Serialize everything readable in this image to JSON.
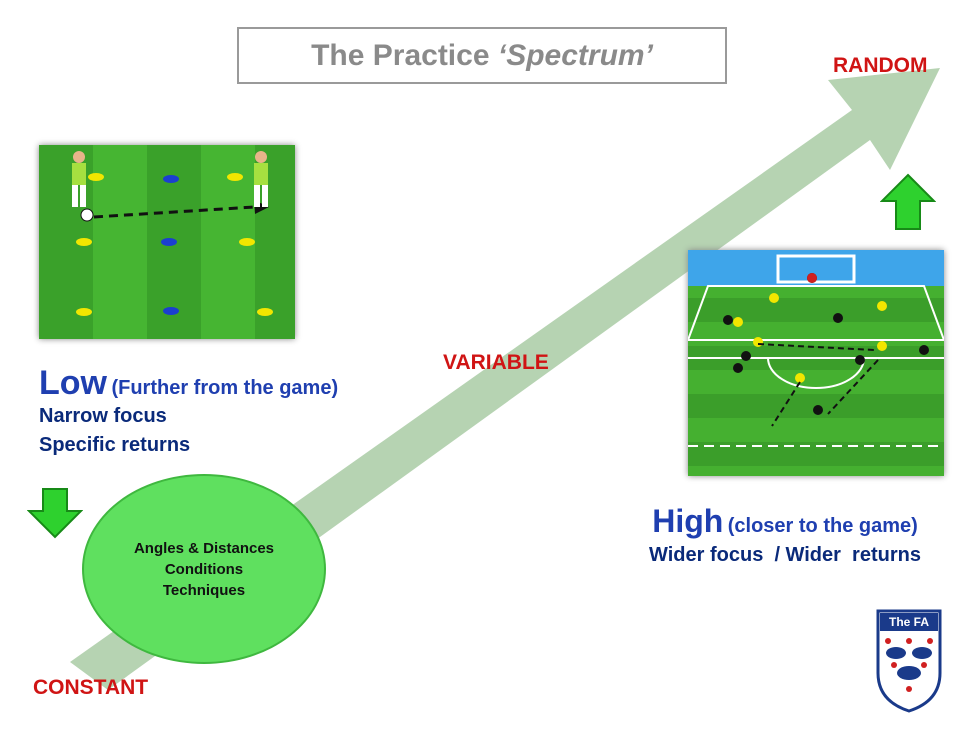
{
  "title": {
    "main": "The Practice ",
    "emphasis": "‘Spectrum’"
  },
  "labels": {
    "random": "RANDOM",
    "variable": "VARIABLE",
    "constant": "CONSTANT"
  },
  "low": {
    "heading": "Low",
    "subheading": "(Further from the game)",
    "line1": "Narrow focus",
    "line2": "Specific returns"
  },
  "high": {
    "heading": "High",
    "subheading": "(closer to the game)",
    "line1": "Wider focus  / Wider  returns"
  },
  "circle": {
    "line1": "Angles & Distances",
    "line2": "Conditions",
    "line3": "Techniques"
  },
  "logo": {
    "text": "The FA"
  },
  "colors": {
    "red": "#d01414",
    "navy": "#0a2a7a",
    "blue": "#1f3fb0",
    "arrow": "#9ec49a",
    "circle": "#5fe05f",
    "green_arrow": "#22cc22"
  }
}
